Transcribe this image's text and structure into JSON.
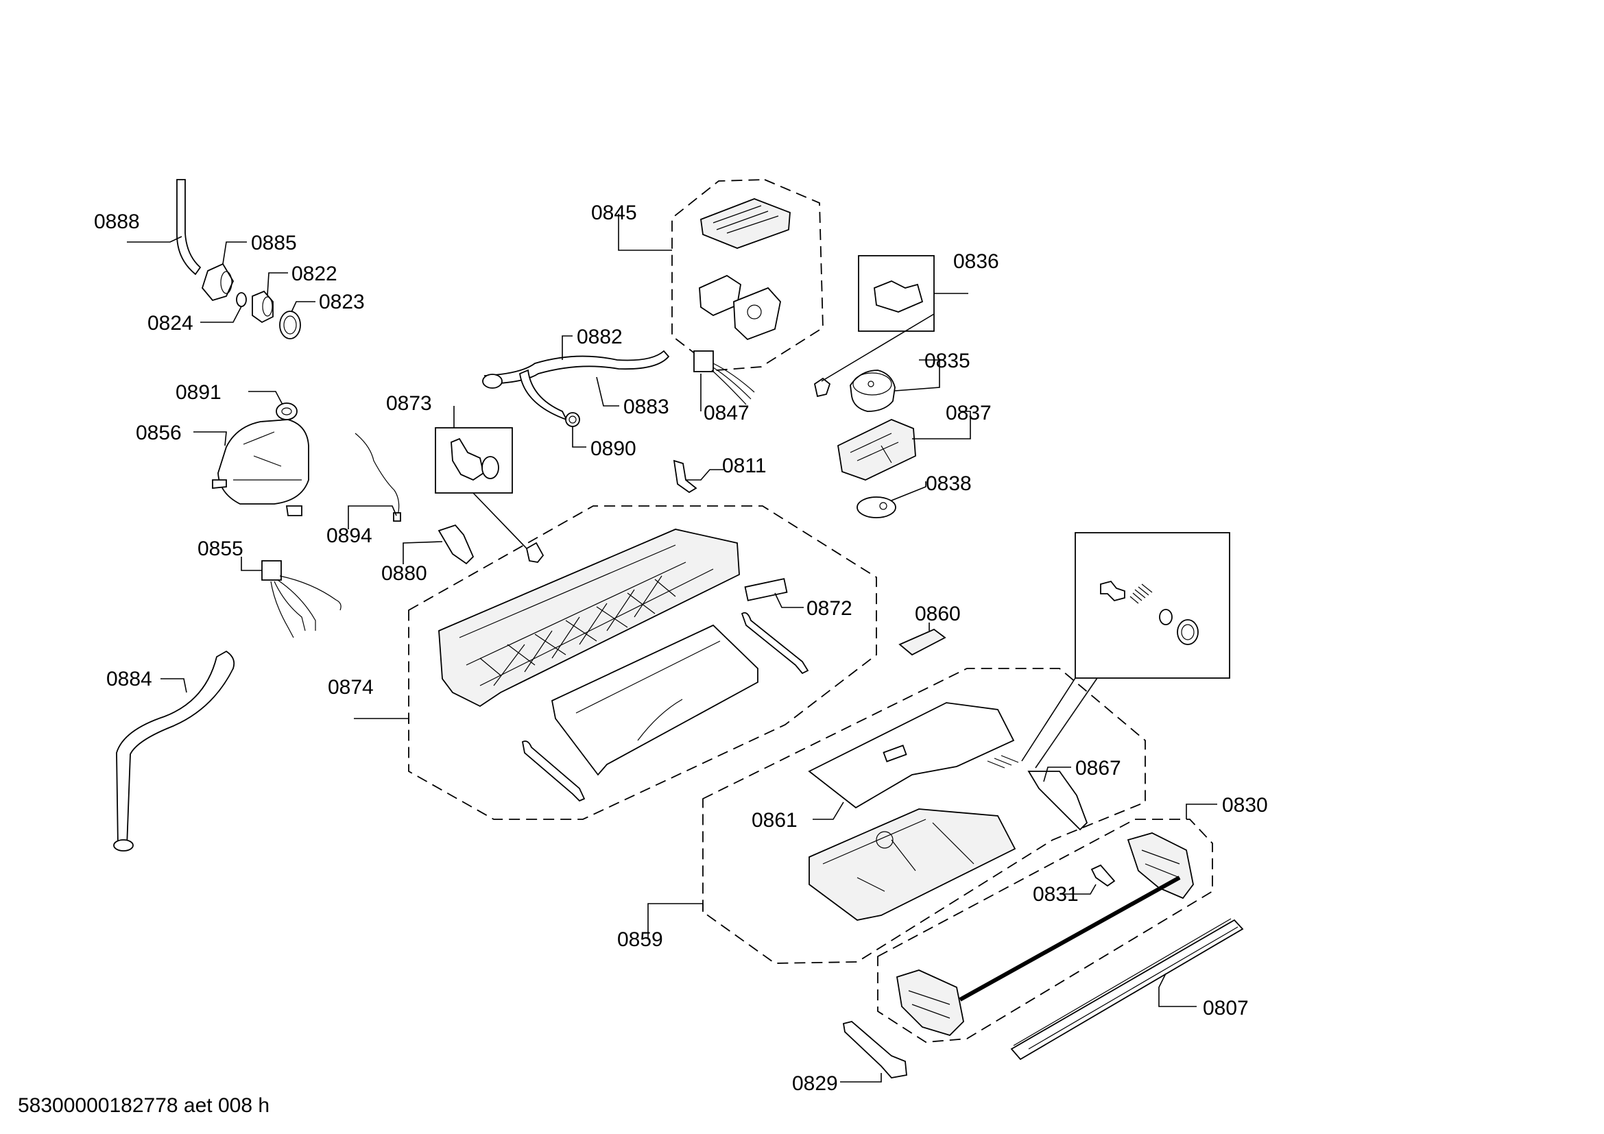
{
  "document_id": "58300000182778 aet 008 h",
  "labels": {
    "p0888": "0888",
    "p0885": "0885",
    "p0822": "0822",
    "p0823": "0823",
    "p0824": "0824",
    "p0845": "0845",
    "p0836": "0836",
    "p0882": "0882",
    "p0873": "0873",
    "p0883": "0883",
    "p0847": "0847",
    "p0835": "0835",
    "p0891": "0891",
    "p0856": "0856",
    "p0890": "0890",
    "p0837": "0837",
    "p0811": "0811",
    "p0838": "0838",
    "p0894": "0894",
    "p0880": "0880",
    "p0855": "0855",
    "p0872": "0872",
    "p0860": "0860",
    "p0884": "0884",
    "p0874": "0874",
    "p0867": "0867",
    "p0861": "0861",
    "p0830": "0830",
    "p0831": "0831",
    "p0859": "0859",
    "p0807": "0807",
    "p0829": "0829"
  }
}
